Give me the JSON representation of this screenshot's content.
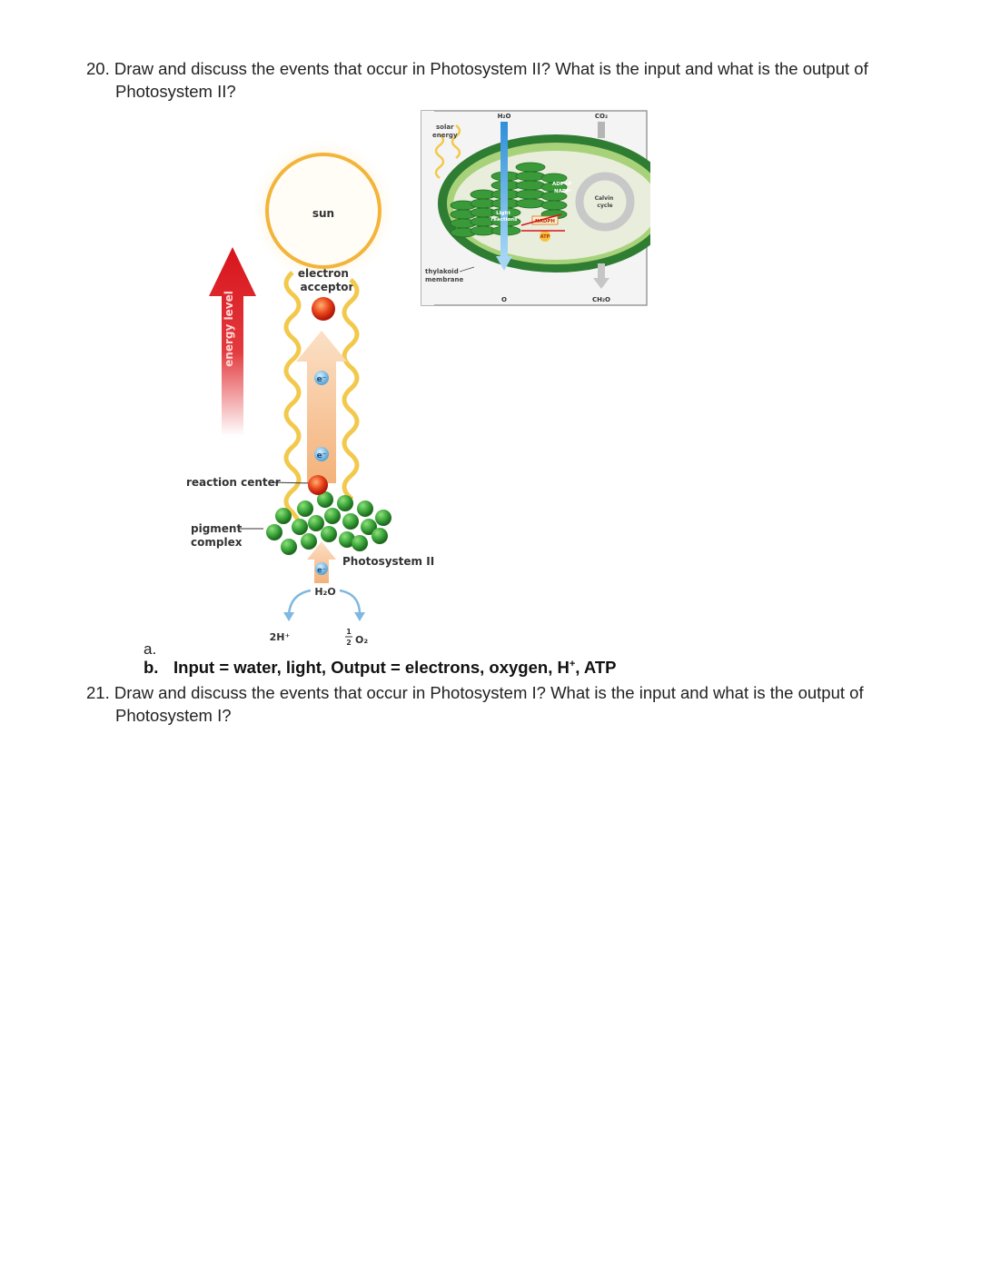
{
  "q20": {
    "number": "20.",
    "line1": "Draw and discuss the events that occur in Photosystem II? What is the input and what is the output of",
    "line2": "Photosystem II?"
  },
  "answer": {
    "a_marker": "a.",
    "b_marker": "b.",
    "input_label": "Input = water, light, Output = electrons, oxygen, H",
    "superscript": "+",
    "tail": ", ATP"
  },
  "q21": {
    "number": "21.",
    "line1": "Draw and discuss the events that occur in Photosystem I? What is the input and what is the output of",
    "line2": "Photosystem I?"
  },
  "figure": {
    "sun": "sun",
    "energy_level": "energy level",
    "electron_acceptor_1": "electron",
    "electron_acceptor_2": "acceptor",
    "electron": "e⁻",
    "reaction_center": "reaction center",
    "pigment": "pigment",
    "complex": "complex",
    "photosystem": "Photosystem II",
    "water": "H₂O",
    "protons": "2H⁺",
    "oxygen_frac_num": "1",
    "oxygen_frac_den": "2",
    "oxygen": "O₂"
  },
  "inset": {
    "h2o": "H₂O",
    "co2": "CO₂",
    "solar_1": "solar",
    "solar_2": "energy",
    "adp": "ADP+P",
    "nadp": "NADP⁺",
    "light_1": "Light",
    "light_2": "reactions",
    "nadph": "NADPH",
    "atp": "ATP",
    "calvin_1": "Calvin",
    "calvin_2": "cycle",
    "thylakoid_1": "thylakoid",
    "thylakoid_2": "membrane",
    "o": "O",
    "ch2o": "CH₂O"
  },
  "colors": {
    "arrow_red": "#d8141c",
    "leaf_green": "#3aa53a",
    "membrane_green": "#2e7d32",
    "water_blue": "#4aa3df"
  }
}
